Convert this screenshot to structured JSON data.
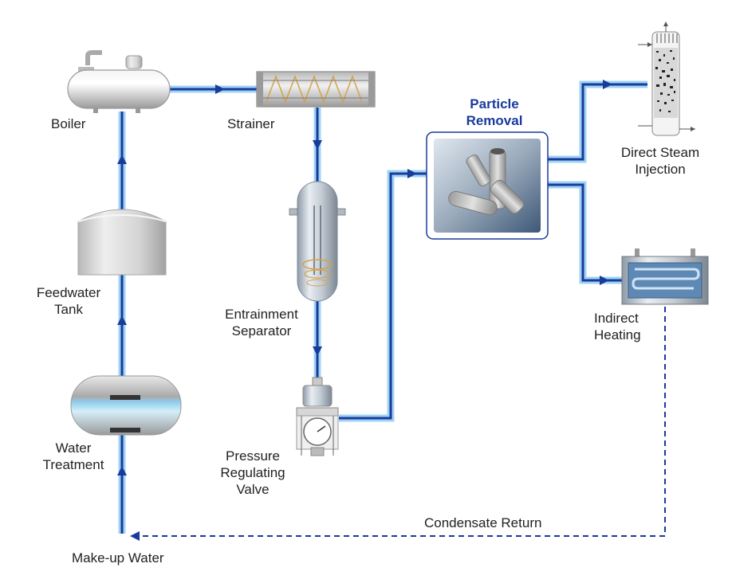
{
  "labels": {
    "boiler": "Boiler",
    "strainer": "Strainer",
    "particle_removal_line1": "Particle",
    "particle_removal_line2": "Removal",
    "direct_steam_line1": "Direct Steam",
    "direct_steam_line2": "Injection",
    "feedwater_line1": "Feedwater",
    "feedwater_line2": "Tank",
    "entrainment_line1": "Entrainment",
    "entrainment_line2": "Separator",
    "indirect_line1": "Indirect",
    "indirect_line2": "Heating",
    "water_treatment_line1": "Water",
    "water_treatment_line2": "Treatment",
    "pressure_valve_line1": "Pressure",
    "pressure_valve_line2": "Regulating",
    "pressure_valve_line3": "Valve",
    "condensate_return": "Condensate Return",
    "makeup_water": "Make-up Water"
  },
  "colors": {
    "pipe_outer": "#9fd3f3",
    "pipe_inner": "#1a3a9c",
    "title_blue": "#1a3a9c",
    "dashed_return": "#1a3a9c"
  }
}
